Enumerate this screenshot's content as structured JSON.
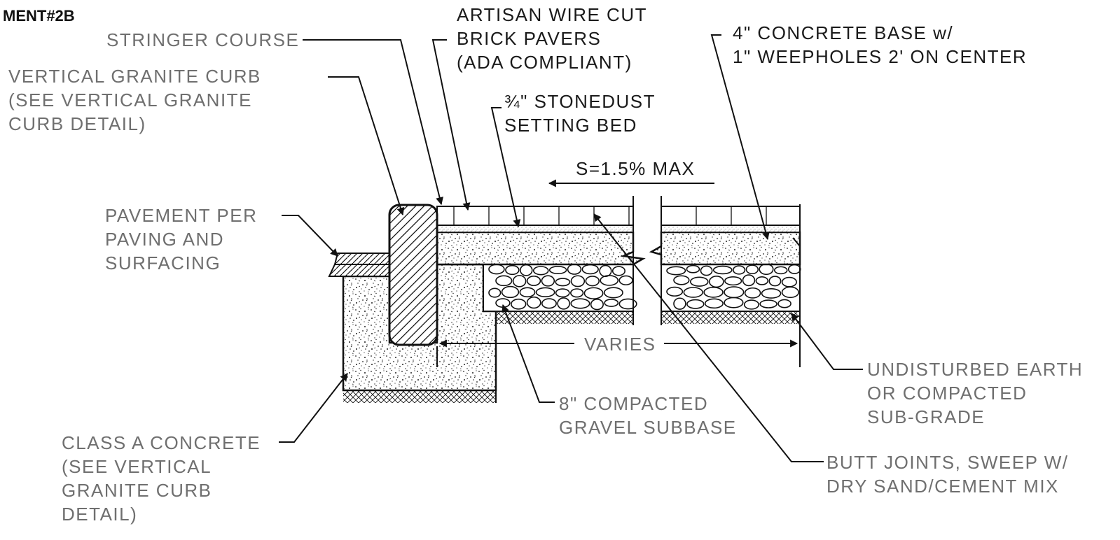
{
  "detail_ref": "MENT#2B",
  "slope": "S=1.5% MAX",
  "dimension": "VARIES",
  "labels": {
    "stringer_course": [
      "STRINGER COURSE"
    ],
    "vertical_curb": [
      "VERTICAL GRANITE CURB",
      "(SEE VERTICAL GRANITE",
      "CURB DETAIL)"
    ],
    "pavement": [
      "PAVEMENT PER",
      "PAVING AND",
      "SURFACING"
    ],
    "class_a_concrete": [
      "CLASS A CONCRETE",
      "(SEE VERTICAL",
      "GRANITE CURB",
      "DETAIL)"
    ],
    "brick_pavers": [
      "ARTISAN WIRE CUT",
      "BRICK PAVERS",
      "(ADA COMPLIANT)"
    ],
    "setting_bed": [
      "¾\" STONEDUST",
      "SETTING BED"
    ],
    "concrete_base": [
      "4\" CONCRETE BASE w/",
      "1\" WEEPHOLES 2' ON CENTER"
    ],
    "gravel_subbase": [
      "8\" COMPACTED",
      "GRAVEL SUBBASE"
    ],
    "subgrade": [
      "UNDISTURBED EARTH",
      "OR COMPACTED",
      "SUB-GRADE"
    ],
    "butt_joints": [
      "BUTT JOINTS, SWEEP W/",
      "DRY SAND/CEMENT MIX"
    ]
  },
  "colors": {
    "linework": "#111111",
    "secondary_text": "#6f6f6f",
    "primary_text": "#1a1a1a"
  }
}
